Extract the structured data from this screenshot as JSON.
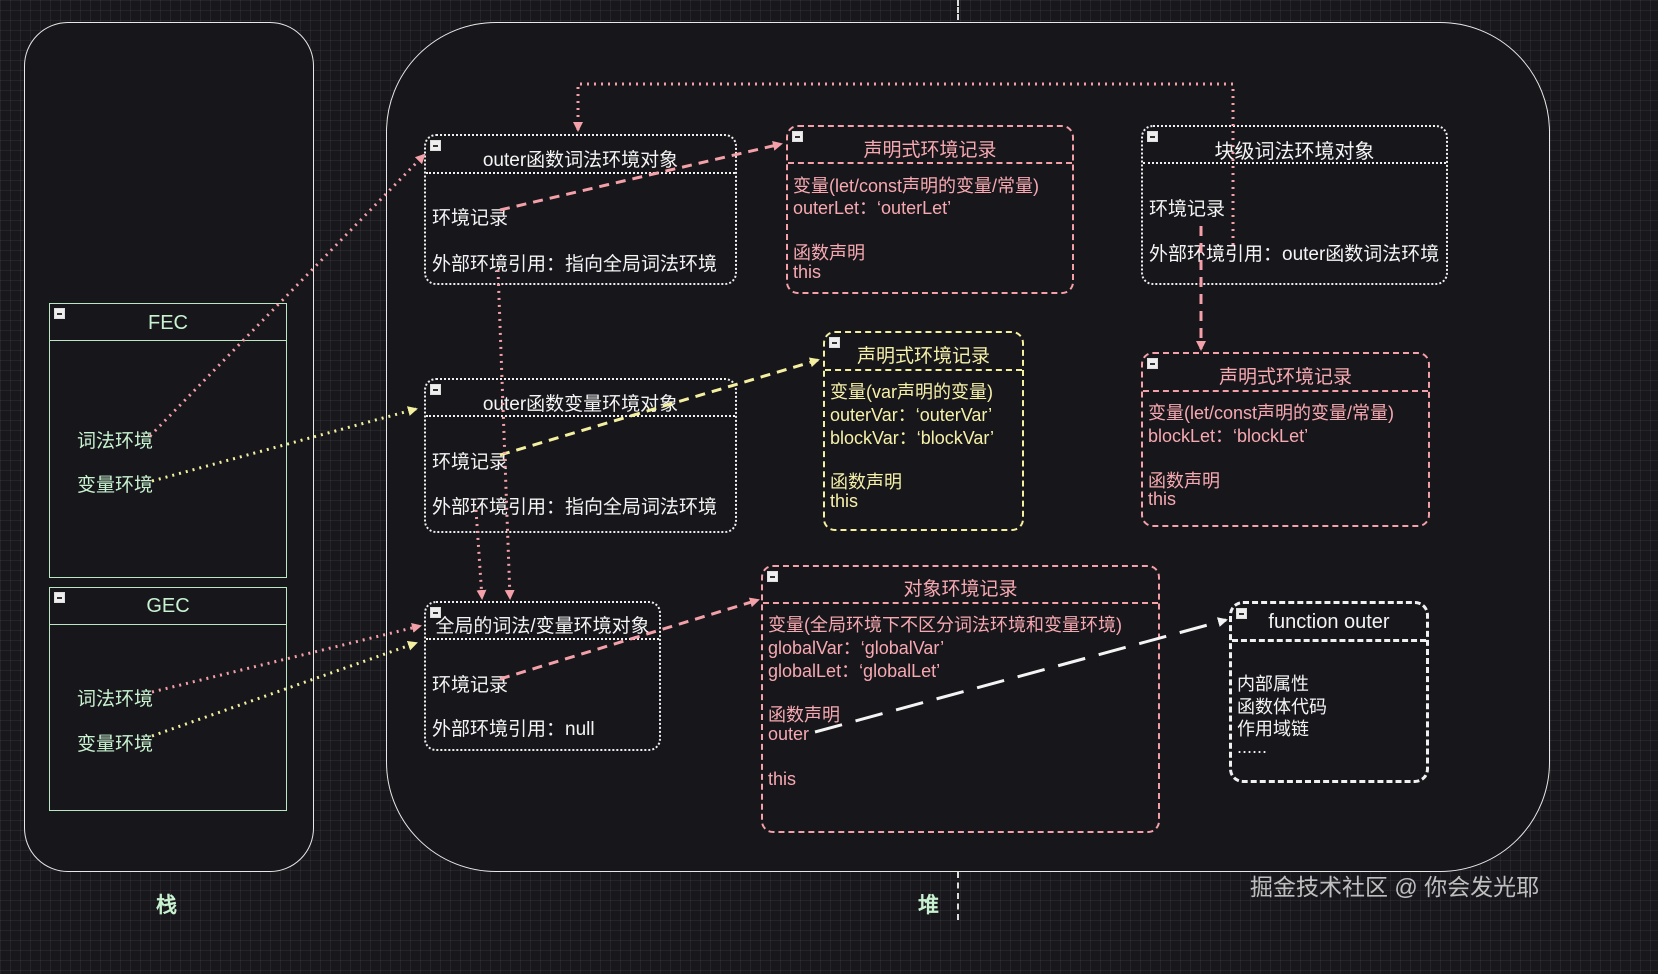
{
  "regions": {
    "stack_label": "栈",
    "heap_label": "堆"
  },
  "fec": {
    "title": "FEC",
    "lexical": "词法环境",
    "variable": "变量环境"
  },
  "gec": {
    "title": "GEC",
    "lexical": "词法环境",
    "variable": "变量环境"
  },
  "outer_lex": {
    "title": "outer函数词法环境对象",
    "record": "环境记录",
    "outer_ref": "外部环境引用：指向全局词法环境"
  },
  "outer_var": {
    "title": "outer函数变量环境对象",
    "record": "环境记录",
    "outer_ref": "外部环境引用：指向全局词法环境"
  },
  "global_env": {
    "title": "全局的词法/变量环境对象",
    "record": "环境记录",
    "outer_ref": "外部环境引用：null"
  },
  "block_env": {
    "title": "块级词法环境对象",
    "record": "环境记录",
    "outer_ref": "外部环境引用：outer函数词法环境"
  },
  "decl_outer_lex": {
    "title": "声明式环境记录",
    "lines": [
      "变量(let/const声明的变量/常量)",
      "outerLet：‘outerLet’",
      "",
      "函数声明",
      "this"
    ]
  },
  "decl_outer_var": {
    "title": "声明式环境记录",
    "lines": [
      "变量(var声明的变量)",
      "outerVar：‘outerVar’",
      "blockVar：‘blockVar’",
      "",
      "函数声明",
      "this"
    ]
  },
  "decl_block": {
    "title": "声明式环境记录",
    "lines": [
      "变量(let/const声明的变量/常量)",
      "blockLet：‘blockLet’",
      "",
      "函数声明",
      "this"
    ]
  },
  "obj_record": {
    "title": "对象环境记录",
    "lines": [
      "变量(全局环境下不区分词法环境和变量环境)",
      "globalVar：‘globalVar’",
      "globalLet：‘globalLet’",
      "",
      "函数声明",
      "outer",
      "",
      "this"
    ]
  },
  "func_outer": {
    "title": "function outer",
    "lines": [
      "内部属性",
      "函数体代码",
      "作用域链",
      "......"
    ]
  },
  "watermark": "掘金技术社区 @ 你会发光耶",
  "colors": {
    "pink": "#f7a9b1",
    "yellow": "#f6f1a9",
    "green": "#c8f2d0",
    "white": "#f4f4f4"
  }
}
